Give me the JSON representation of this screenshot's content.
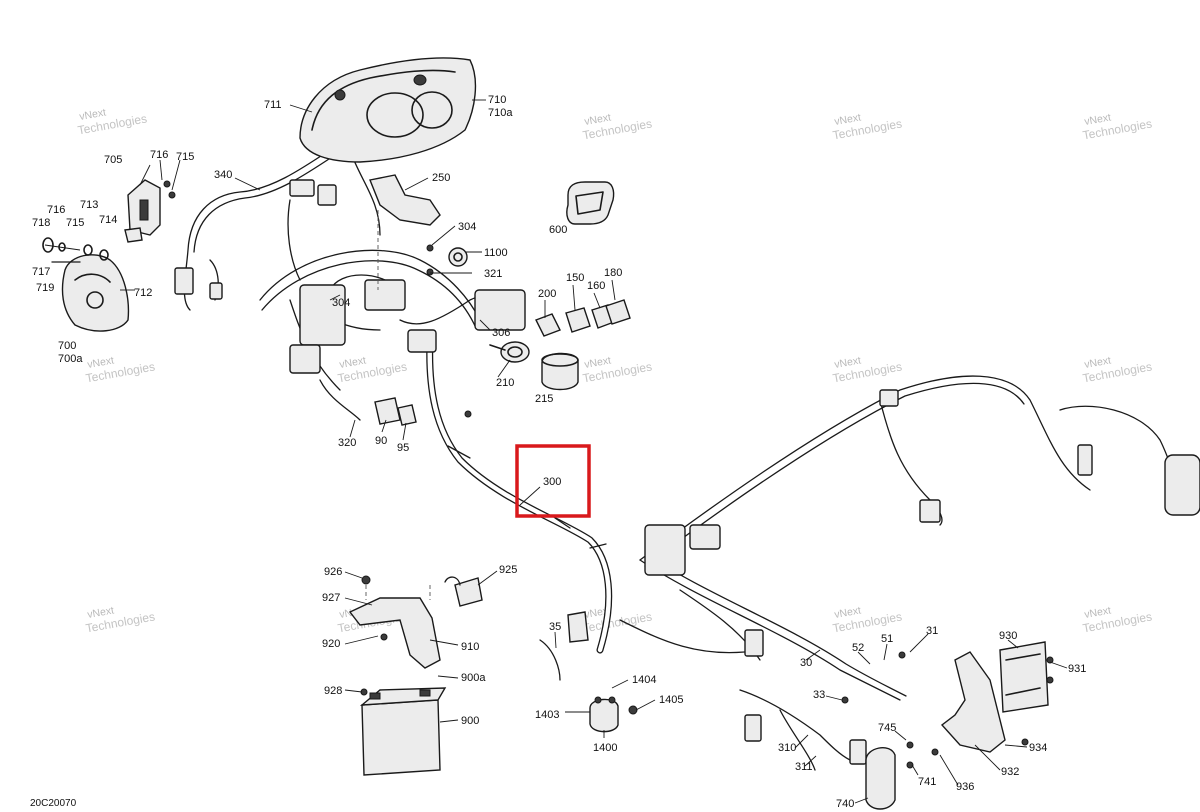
{
  "document_code": "20C20070",
  "watermark": {
    "line1": "vNext",
    "line2": "Technologies"
  },
  "highlight_color": "#d9191c",
  "highlighted_part": "300",
  "labels": {
    "l711": "711",
    "l710": "710",
    "l710a": "710a",
    "l705": "705",
    "l716a": "716",
    "l715a": "715",
    "l340": "340",
    "l250": "250",
    "l718": "718",
    "l716b": "716",
    "l715b": "715",
    "l713": "713",
    "l714": "714",
    "l717": "717",
    "l719": "719",
    "l712": "712",
    "l700": "700",
    "l700a": "700a",
    "l600": "600",
    "l304a": "304",
    "l1100": "1100",
    "l321": "321",
    "l304b": "304",
    "l150": "150",
    "l180": "180",
    "l200": "200",
    "l160": "160",
    "l306": "306",
    "l210": "210",
    "l215": "215",
    "l320": "320",
    "l90": "90",
    "l95": "95",
    "l300": "300",
    "l926": "926",
    "l925": "925",
    "l927": "927",
    "l920": "920",
    "l910": "910",
    "l928": "928",
    "l900a": "900a",
    "l900": "900",
    "l35": "35",
    "l1404": "1404",
    "l1405": "1405",
    "l1403": "1403",
    "l1400": "1400",
    "l51": "51",
    "l31": "31",
    "l52": "52",
    "l30": "30",
    "l33": "33",
    "l930": "930",
    "l931": "931",
    "l745": "745",
    "l310": "310",
    "l934": "934",
    "l311": "311",
    "l741": "741",
    "l936": "936",
    "l932": "932",
    "l740": "740"
  }
}
